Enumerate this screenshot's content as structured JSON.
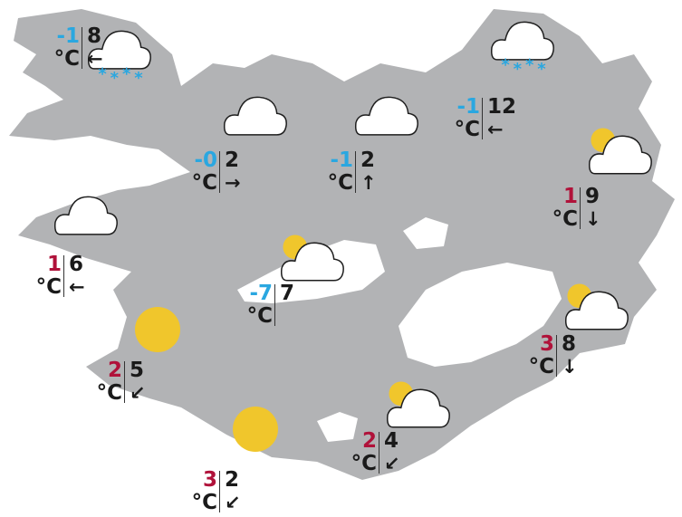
{
  "colors": {
    "land": "#b2b3b5",
    "cold": "#2aa7e0",
    "warm": "#b0123a",
    "sun": "#f0c62c",
    "text": "#1a1a1a"
  },
  "unit": "°C",
  "stations": [
    {
      "icon": "snow-cloud-icon",
      "temp": "-1",
      "wind": "8",
      "arrow": "←",
      "tone": "cold"
    },
    {
      "icon": "cloud-icon",
      "temp": "-0",
      "wind": "2",
      "arrow": "→",
      "tone": "cold"
    },
    {
      "icon": "cloud-icon",
      "temp": "-1",
      "wind": "2",
      "arrow": "↑",
      "tone": "cold"
    },
    {
      "icon": "snow-cloud-icon",
      "temp": "-1",
      "wind": "12",
      "arrow": "←",
      "tone": "cold"
    },
    {
      "icon": "partly-cloudy-icon",
      "temp": "1",
      "wind": "9",
      "arrow": "↓",
      "tone": "warm"
    },
    {
      "icon": "cloud-icon",
      "temp": "1",
      "wind": "6",
      "arrow": "←",
      "tone": "warm"
    },
    {
      "icon": "partly-cloudy-icon",
      "temp": "-7",
      "wind": "7",
      "arrow": "",
      "tone": "cold"
    },
    {
      "icon": "partly-cloudy-icon",
      "temp": "3",
      "wind": "8",
      "arrow": "↓",
      "tone": "warm"
    },
    {
      "icon": "sun-icon",
      "temp": "2",
      "wind": "5",
      "arrow": "↙",
      "tone": "warm"
    },
    {
      "icon": "partly-cloudy-icon",
      "temp": "2",
      "wind": "4",
      "arrow": "↙",
      "tone": "warm"
    },
    {
      "icon": "sun-icon",
      "temp": "3",
      "wind": "2",
      "arrow": "↙",
      "tone": "warm"
    }
  ]
}
